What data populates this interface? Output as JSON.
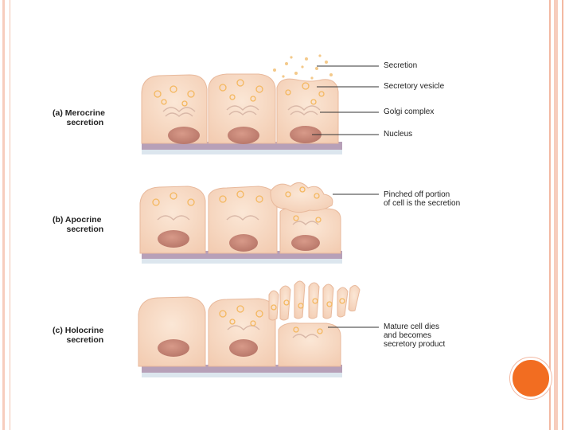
{
  "panels": [
    {
      "label": "(a) Merocrine\n      secretion"
    },
    {
      "label": "(b) Apocrine\n      secretion"
    },
    {
      "label": "(c) Holocrine\n      secretion"
    }
  ],
  "callouts": {
    "secretion": "Secretion",
    "secretory_vesicle": "Secretory vesicle",
    "golgi_complex": "Golgi complex",
    "nucleus": "Nucleus",
    "apocrine": "Pinched off portion\nof cell is the secretion",
    "holocrine": "Mature cell dies\nand becomes\nsecretory product"
  },
  "colors": {
    "cell_fill": "#f8dcc8",
    "cell_stroke": "#e8b99c",
    "nucleus": "#c98a7a",
    "vesicle": "#f4b860",
    "basement": "#b7a0b8",
    "accent": "#f26d21"
  }
}
